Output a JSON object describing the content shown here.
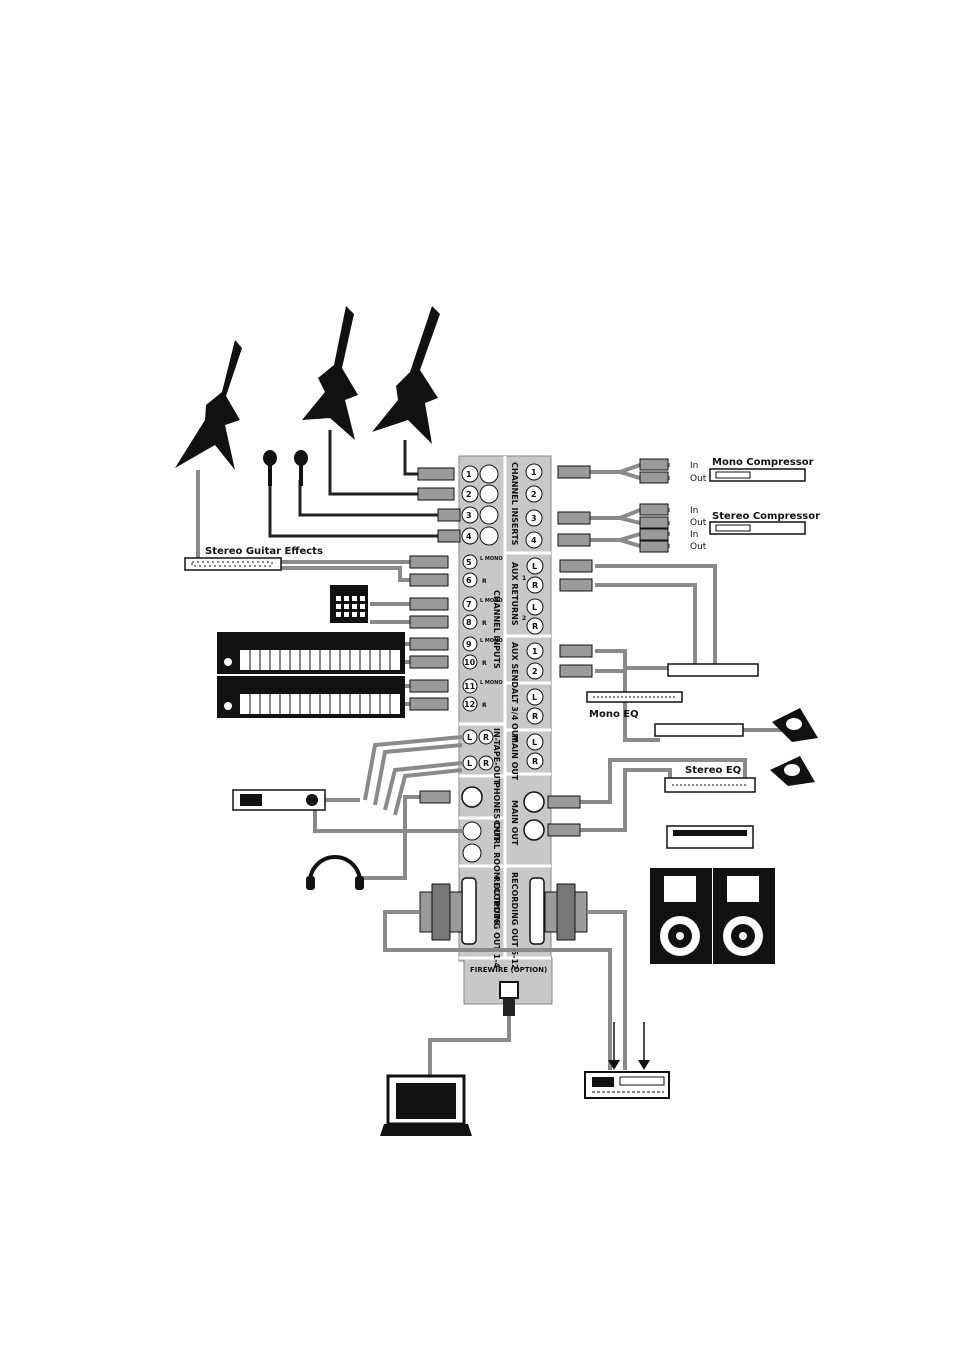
{
  "labels": {
    "stereo_guitar_effects": "Stereo Guitar Effects",
    "mono_compressor": "Mono Compressor",
    "stereo_compressor": "Stereo Compressor",
    "mono_eq": "Mono EQ",
    "stereo_eq": "Stereo EQ",
    "in": "In",
    "out": "Out"
  },
  "mixer": {
    "left_sections": [
      "CHANNEL INPUTS",
      "IN-TAPE-OUT",
      "PHONES OUT",
      "CNTRL ROOM OUTPUTS",
      "RECORDING OUT 1-4",
      "FIREWIRE (OPTION)"
    ],
    "right_sections": [
      "CHANNEL INSERTS",
      "AUX RETURNS",
      "AUX SEND",
      "ALT 3/4 OUT",
      "MAIN OUT",
      "MAIN OUT",
      "RECORDING OUT 5-12"
    ],
    "input_jacks": [
      "1",
      "2",
      "3",
      "4",
      "5",
      "6",
      "7",
      "8",
      "9",
      "10",
      "11",
      "12"
    ],
    "input_sub": [
      "L MONO",
      "R"
    ],
    "insert_jacks": [
      "1",
      "2",
      "3",
      "4"
    ],
    "aux_return_jacks": [
      "L",
      "R",
      "L",
      "R"
    ],
    "aux_return_numbers": [
      "1",
      "2"
    ],
    "aux_send_jacks": [
      "1",
      "2"
    ],
    "alt_out_jacks": [
      "L",
      "R"
    ],
    "main_out_jacks": [
      "L",
      "R"
    ],
    "tape_jacks": [
      "L",
      "R",
      "L",
      "R"
    ]
  },
  "colors": {
    "panel": "#c8c8c8",
    "panel_dark": "#a0a0a0",
    "cable": "#8a8a8a",
    "ink": "#111111"
  },
  "icons": [
    "guitar-icon",
    "microphone-icon",
    "drum-machine-icon",
    "keyboard-icon",
    "speaker-icon",
    "monitor-wedge-icon",
    "headphones-icon",
    "laptop-icon",
    "recorder-icon",
    "rack-unit-icon"
  ]
}
